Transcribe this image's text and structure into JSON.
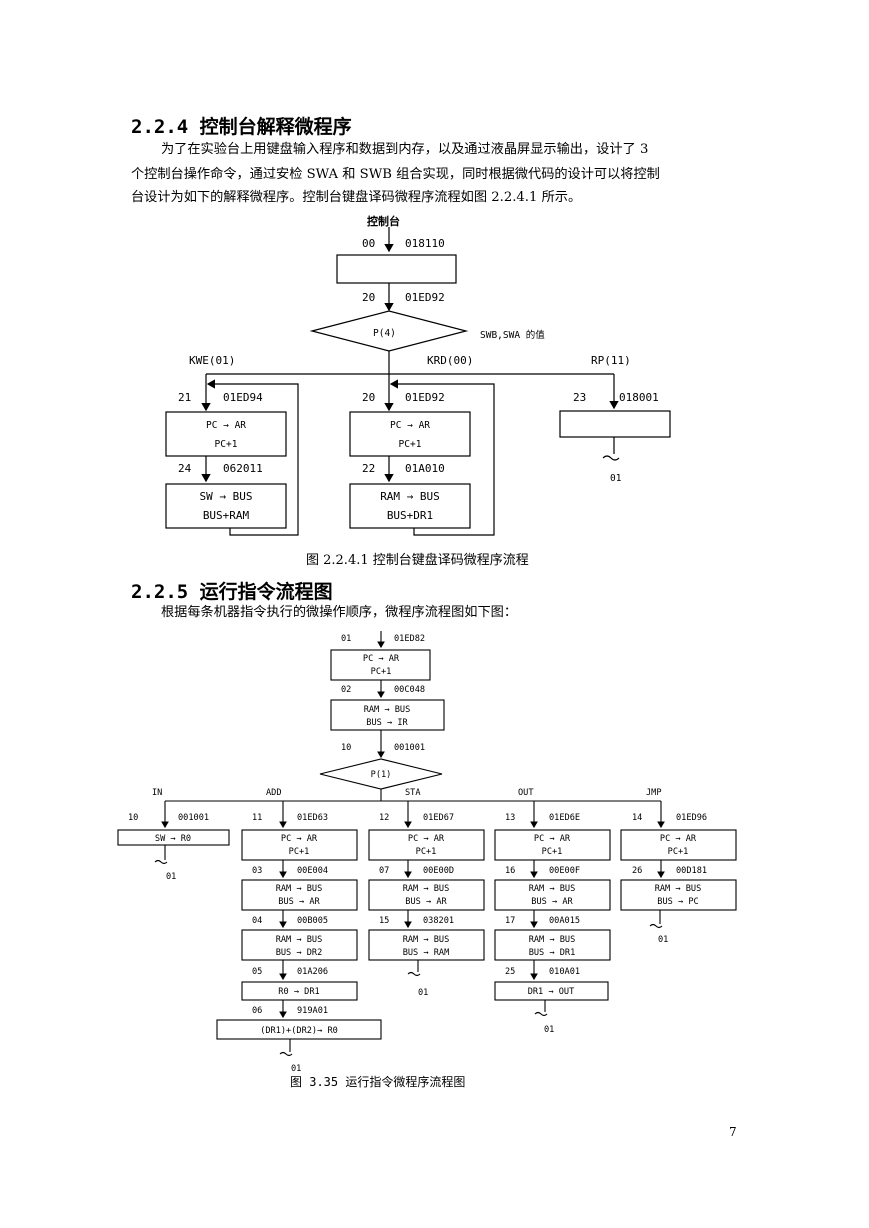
{
  "section_224": {
    "heading": "2.2.4   控制台解释微程序",
    "lines": [
      "为了在实验台上用键盘输入程序和数据到内存，以及通过液晶屏显示输出，设计了 3",
      "个控制台操作命令，通过安检 SWA 和 SWB 组合实现，同时根据微代码的设计可以将控制",
      "台设计为如下的解释微程序。控制台键盘译码微程序流程如图 2.2.4.1 所示。"
    ],
    "caption": "图 2.2.4.1    控制台键盘译码微程序流程"
  },
  "figure1": {
    "start": "控制台",
    "first": {
      "addr": "00",
      "code": "018110"
    },
    "branch": {
      "addr": "20",
      "code": "01ED92",
      "cond": "P(4)",
      "note": "SWB,SWA 的值"
    },
    "labels": {
      "kwe": "KWE(01)",
      "krd": "KRD(00)",
      "rp": "RP(11)"
    },
    "kwe": {
      "addr1": "21",
      "code1": "01ED94",
      "line1a": "PC → AR",
      "line1b": "PC+1",
      "addr2": "24",
      "code2": "062011",
      "line2a": "SW → BUS",
      "line2b": "BUS+RAM"
    },
    "krd": {
      "addr1": "20",
      "code1": "01ED92",
      "line1a": "PC → AR",
      "line1b": "PC+1",
      "addr2": "22",
      "code2": "01A010",
      "line2a": "RAM → BUS",
      "line2b": "BUS+DR1"
    },
    "rp": {
      "addr": "23",
      "code": "018001",
      "next": "01"
    }
  },
  "section_225": {
    "heading": "2.2.5   运行指令流程图",
    "line": "根据每条机器指令执行的微操作顺序，微程序流程图如下图：",
    "caption": "图 3.35 运行指令微程序流程图"
  },
  "figure2": {
    "s1": {
      "addr": "01",
      "code": "01ED82",
      "a": "PC → AR",
      "b": "PC+1"
    },
    "s2": {
      "addr": "02",
      "code": "00C048",
      "a": "RAM → BUS",
      "b": "BUS → IR"
    },
    "s3": {
      "addr": "10",
      "code": "001001",
      "cond": "P(1)"
    },
    "branches": {
      "in": "IN",
      "add": "ADD",
      "sta": "STA",
      "out": "OUT",
      "jmp": "JMP"
    },
    "in": {
      "addr": "10",
      "code": "001001",
      "op": "SW → R0",
      "next": "01"
    },
    "add": {
      "addr1": "11",
      "code1": "01ED63",
      "a1": "PC → AR",
      "b1": "PC+1",
      "addr2": "03",
      "code2": "00E004",
      "a2": "RAM → BUS",
      "b2": "BUS → AR",
      "addr3": "04",
      "code3": "00B005",
      "a3": "RAM → BUS",
      "b3": "BUS → DR2",
      "addr4": "05",
      "code4": "01A206",
      "a4": "R0 → DR1",
      "addr5": "06",
      "code5": "919A01",
      "a5": "(DR1)+(DR2)→ R0",
      "next": "01"
    },
    "sta": {
      "addr1": "12",
      "code1": "01ED67",
      "a1": "PC → AR",
      "b1": "PC+1",
      "addr2": "07",
      "code2": "00E00D",
      "a2": "RAM → BUS",
      "b2": "BUS → AR",
      "addr3": "15",
      "code3": "038201",
      "a3": "RAM → BUS",
      "b3": "BUS → RAM",
      "next": "01"
    },
    "out": {
      "addr1": "13",
      "code1": "01ED6E",
      "a1": "PC → AR",
      "b1": "PC+1",
      "addr2": "16",
      "code2": "00E00F",
      "a2": "RAM → BUS",
      "b2": "BUS → AR",
      "addr3": "17",
      "code3": "00A015",
      "a3": "RAM → BUS",
      "b3": "BUS → DR1",
      "addr4": "25",
      "code4": "010A01",
      "a4": "DR1 → OUT",
      "next": "01"
    },
    "jmp": {
      "addr1": "14",
      "code1": "01ED96",
      "a1": "PC → AR",
      "b1": "PC+1",
      "addr2": "26",
      "code2": "00D181",
      "a2": "RAM → BUS",
      "b2": "BUS → PC",
      "next": "01"
    }
  },
  "page_number": "7"
}
